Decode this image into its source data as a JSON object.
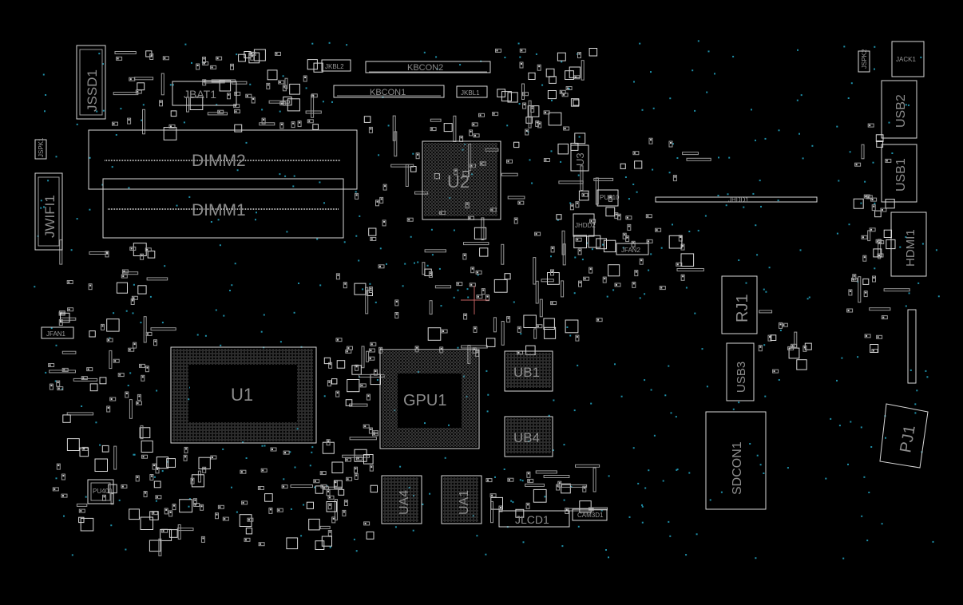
{
  "diagram": {
    "components": {
      "jssd1": "JSSD1",
      "jbat1": "JBAT1",
      "jkbl2": "JKBL2",
      "kbcon2": "KBCON2",
      "kbcon1": "KBCON1",
      "jkbl1": "JKBL1",
      "dimm2": "DIMM2",
      "dimm1": "DIMM1",
      "u2": "U2",
      "u3": "U3",
      "jwifi1": "JWIFI1",
      "jspk1": "JSPK1",
      "jspk2": "JSPK2",
      "jack1": "JACK1",
      "usb2": "USB2",
      "usb1": "USB1",
      "hdmi1": "HDMI1",
      "rj1": "RJ1",
      "usb3": "USB3",
      "sdcon1": "SDCON1",
      "pj1": "PJ1",
      "jfan1": "JFAN1",
      "jfan2": "JFAN2",
      "u1": "U1",
      "gpu1": "GPU1",
      "ub1": "UB1",
      "ub4": "UB4",
      "ua4": "UA4",
      "ua1": "UA1",
      "jlcd1": "JLCD1",
      "cam3d1": "CAM3D1",
      "pu400": "PU400",
      "pu610": "PU610",
      "jhdd2": "JHDD2",
      "jhdd1": "JHDD1"
    }
  }
}
